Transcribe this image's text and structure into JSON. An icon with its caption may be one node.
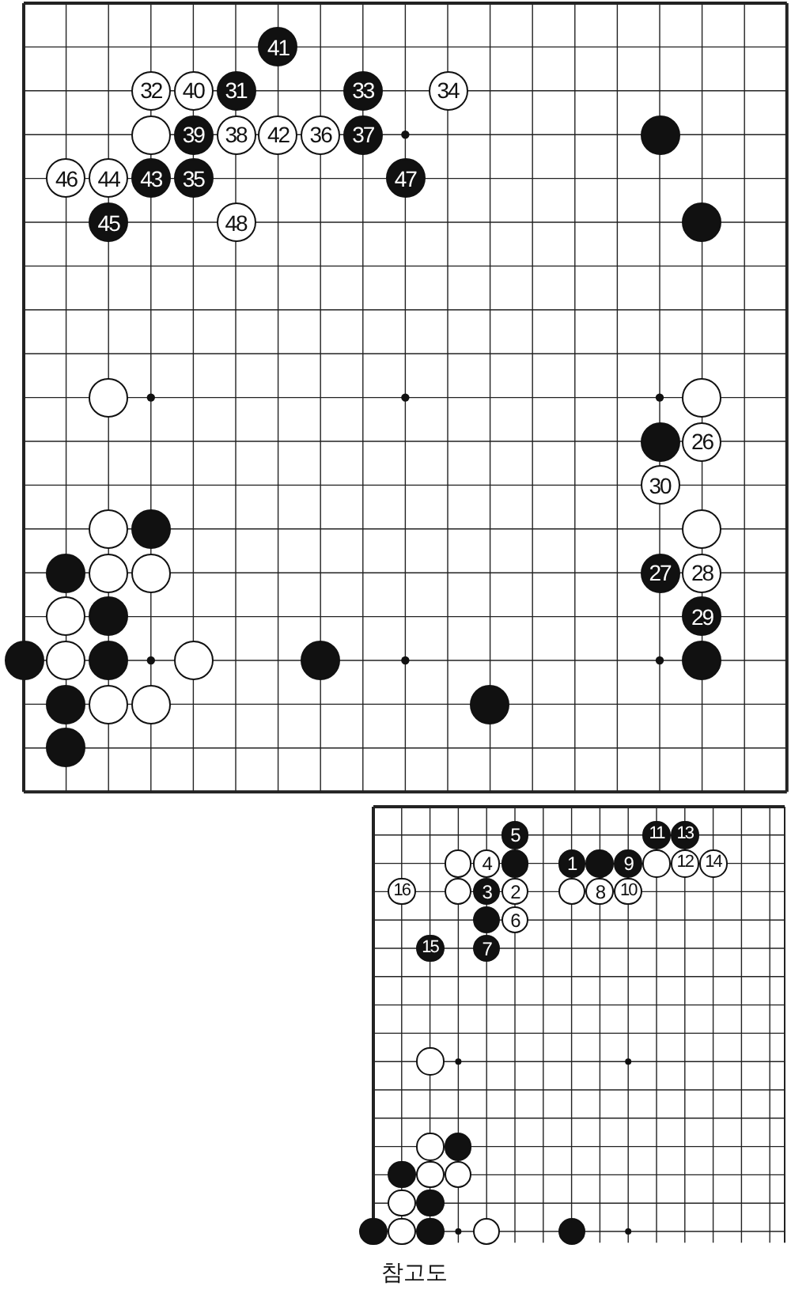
{
  "diagram": {
    "nodes": [
      {
        "text": [],
        "shape": "box"
      },
      {
        "text": [
          "41"
        ],
        "in": 0
      },
      {
        "text": [
          "32"
        ],
        "in": 0
      },
      {
        "text": [
          "40"
        ],
        "in": 0
      },
      {
        "text": [
          "31"
        ],
        "in": 0
      },
      {
        "text": [
          "33"
        ],
        "in": 0
      },
      {
        "text": [
          "34"
        ],
        "in": 0
      },
      {
        "text": [],
        "shape": "circle",
        "in": 0
      },
      {
        "text": [
          "39"
        ],
        "in": 0
      },
      {
        "text": [
          "38"
        ],
        "in": 0
      },
      {
        "text": [
          "42"
        ],
        "in": 0
      },
      {
        "text": [
          "36"
        ],
        "in": 0
      },
      {
        "text": [
          "37"
        ],
        "in": 0
      },
      {
        "text": [],
        "shape": "circle",
        "in": 0
      },
      {
        "text": [
          "46"
        ],
        "in": 0
      },
      {
        "text": [
          "44"
        ],
        "in": 0
      },
      {
        "text": [
          "43"
        ],
        "in": 0
      },
      {
        "text": [
          "35"
        ],
        "in": 0
      },
      {
        "text": [
          "47"
        ],
        "in": 0
      },
      {
        "text": [
          "45"
        ],
        "in": 0
      },
      {
        "text": [
          "48"
        ],
        "in": 0
      },
      {
        "text": [],
        "shape": "circle",
        "in": 0
      },
      {
        "text": [],
        "shape": "circle",
        "in": 0
      },
      {
        "text": [],
        "shape": "circle",
        "in": 0
      },
      {
        "text": [],
        "shape": "circle",
        "in": 0
      },
      {
        "text": [
          "26"
        ],
        "in": 0
      },
      {
        "text": [
          "30"
        ],
        "in": 0
      },
      {
        "text": [],
        "shape": "circle",
        "in": 0
      },
      {
        "text": [],
        "shape": "circle",
        "in": 0
      },
      {
        "text": [],
        "shape": "circle",
        "in": 0
      },
      {
        "text": [],
        "shape": "circle",
        "in": 0
      },
      {
        "text": [],
        "shape": "circle",
        "in": 0
      },
      {
        "text": [],
        "shape": "circle",
        "in": 0
      },
      {
        "text": [
          "27"
        ],
        "in": 0
      },
      {
        "text": [
          "28"
        ],
        "in": 0
      },
      {
        "text": [],
        "shape": "circle",
        "in": 0
      },
      {
        "text": [],
        "shape": "circle",
        "in": 0
      },
      {
        "text": [
          "29"
        ],
        "in": 0
      },
      {
        "text": [],
        "shape": "circle",
        "in": 0
      },
      {
        "text": [],
        "shape": "circle",
        "in": 0
      },
      {
        "text": [],
        "shape": "circle",
        "in": 0
      },
      {
        "text": [],
        "shape": "circle",
        "in": 0
      },
      {
        "text": [],
        "shape": "circle",
        "in": 0
      },
      {
        "text": [],
        "shape": "circle",
        "in": 0
      },
      {
        "text": [],
        "shape": "circle",
        "in": 0
      },
      {
        "text": [],
        "shape": "circle",
        "in": 0
      },
      {
        "text": [],
        "shape": "circle",
        "in": 0
      },
      {
        "text": [],
        "shape": "circle",
        "in": 0
      },
      {
        "text": [],
        "shape": "circle",
        "in": 0
      },
      {
        "text": [],
        "shape": "box",
        "beside": [
          "참고도"
        ]
      },
      {
        "text": [
          "5"
        ],
        "in": 49
      },
      {
        "text": [
          "11"
        ],
        "in": 49
      },
      {
        "text": [
          "13"
        ],
        "in": 49
      },
      {
        "text": [],
        "shape": "circle",
        "in": 49
      },
      {
        "text": [
          "4"
        ],
        "in": 49
      },
      {
        "text": [],
        "shape": "circle",
        "in": 49
      },
      {
        "text": [
          "1"
        ],
        "in": 49
      },
      {
        "text": [],
        "shape": "circle",
        "in": 49
      },
      {
        "text": [
          "9"
        ],
        "in": 49
      },
      {
        "text": [],
        "shape": "circle",
        "in": 49
      },
      {
        "text": [
          "12"
        ],
        "in": 49
      },
      {
        "text": [
          "14"
        ],
        "in": 49
      },
      {
        "text": [
          "16"
        ],
        "in": 49
      },
      {
        "text": [],
        "shape": "circle",
        "in": 49
      },
      {
        "text": [
          "3"
        ],
        "in": 49
      },
      {
        "text": [
          "2"
        ],
        "in": 49
      },
      {
        "text": [],
        "shape": "circle",
        "in": 49
      },
      {
        "text": [
          "8"
        ],
        "in": 49
      },
      {
        "text": [
          "10"
        ],
        "in": 49
      },
      {
        "text": [],
        "shape": "circle",
        "in": 49
      },
      {
        "text": [
          "6"
        ],
        "in": 49
      },
      {
        "text": [
          "15"
        ],
        "in": 49
      },
      {
        "text": [
          "7"
        ],
        "in": 49
      },
      {
        "text": [],
        "shape": "circle",
        "in": 49
      },
      {
        "text": [],
        "shape": "circle",
        "in": 49
      },
      {
        "text": [],
        "shape": "circle",
        "in": 49
      },
      {
        "text": [],
        "shape": "circle",
        "in": 49
      },
      {
        "text": [],
        "shape": "circle",
        "in": 49
      },
      {
        "text": [],
        "shape": "circle",
        "in": 49
      },
      {
        "text": [],
        "shape": "circle",
        "in": 49
      },
      {
        "text": [],
        "shape": "circle",
        "in": 49
      },
      {
        "text": [],
        "shape": "circle",
        "in": 49
      },
      {
        "text": [],
        "shape": "circle",
        "in": 49
      },
      {
        "text": [],
        "shape": "circle",
        "in": 49
      },
      {
        "text": [],
        "shape": "circle",
        "in": 49
      },
      {
        "text": [],
        "shape": "circle",
        "in": 49
      }
    ]
  }
}
